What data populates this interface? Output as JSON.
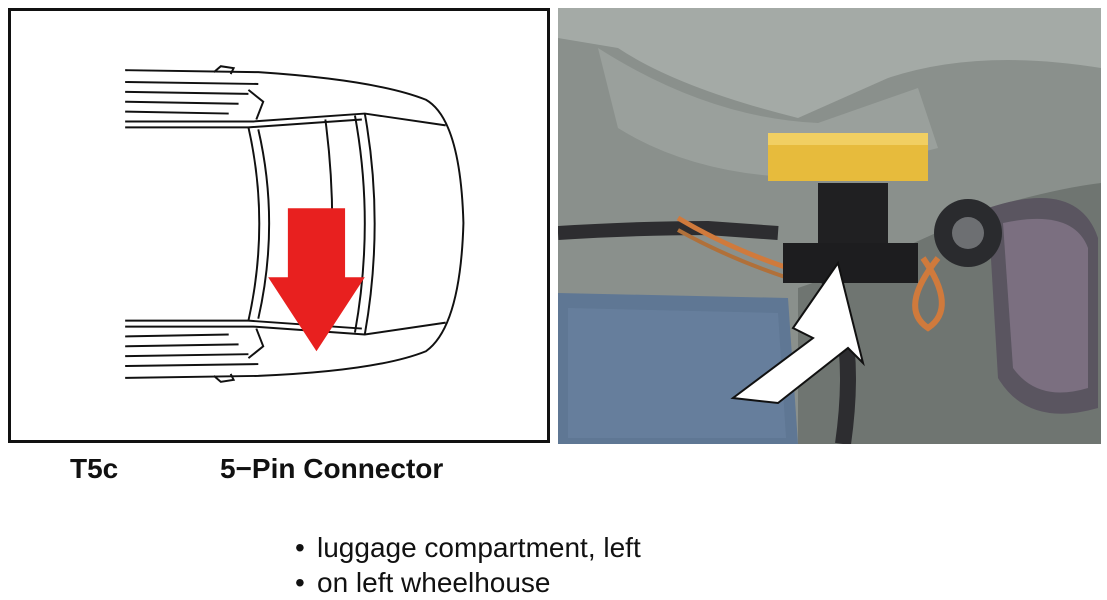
{
  "connector": {
    "code": "T5c",
    "title": "5−Pin Connector"
  },
  "locations": [
    "luggage compartment, left",
    "on left wheelhouse"
  ],
  "bullet_symbol": "•",
  "colors": {
    "locator_arrow": "#e8201f",
    "pointer_arrow": "#ffffff",
    "connector_housing": "#e7bb3c",
    "text": "#111111"
  }
}
